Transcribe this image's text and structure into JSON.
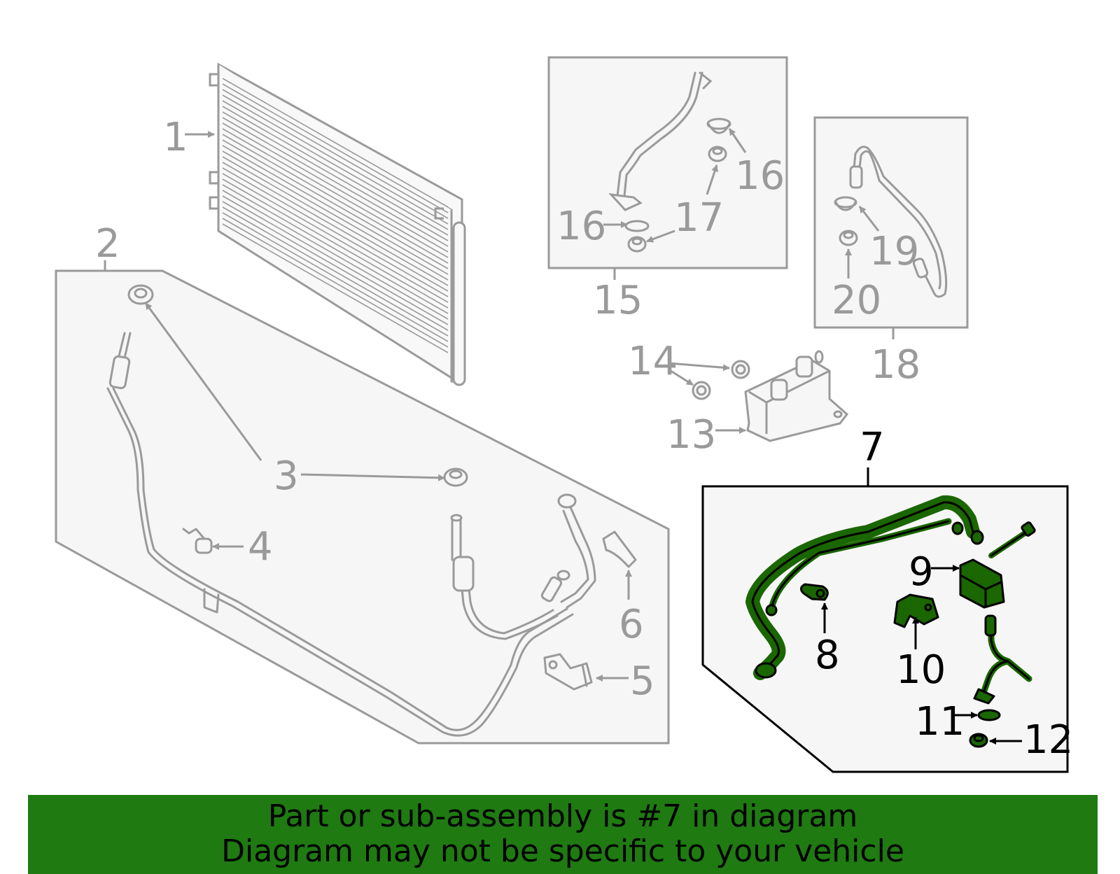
{
  "colors": {
    "highlight": "#1a6600",
    "part_gray": "#9a9a9a",
    "panel_fill": "#f6f6f6",
    "banner_bg": "#1f7a12"
  },
  "callouts": {
    "c1": "1",
    "c2": "2",
    "c3": "3",
    "c4": "4",
    "c5": "5",
    "c6": "6",
    "c7": "7",
    "c8": "8",
    "c9": "9",
    "c10": "10",
    "c11": "11",
    "c12": "12",
    "c13": "13",
    "c14": "14",
    "c15": "15",
    "c16a": "16",
    "c16b": "16",
    "c17": "17",
    "c18": "18",
    "c19": "19",
    "c20": "20"
  },
  "banner": {
    "line1": "Part or sub-assembly is #7 in diagram",
    "line2": "Diagram may not be specific to your vehicle"
  }
}
